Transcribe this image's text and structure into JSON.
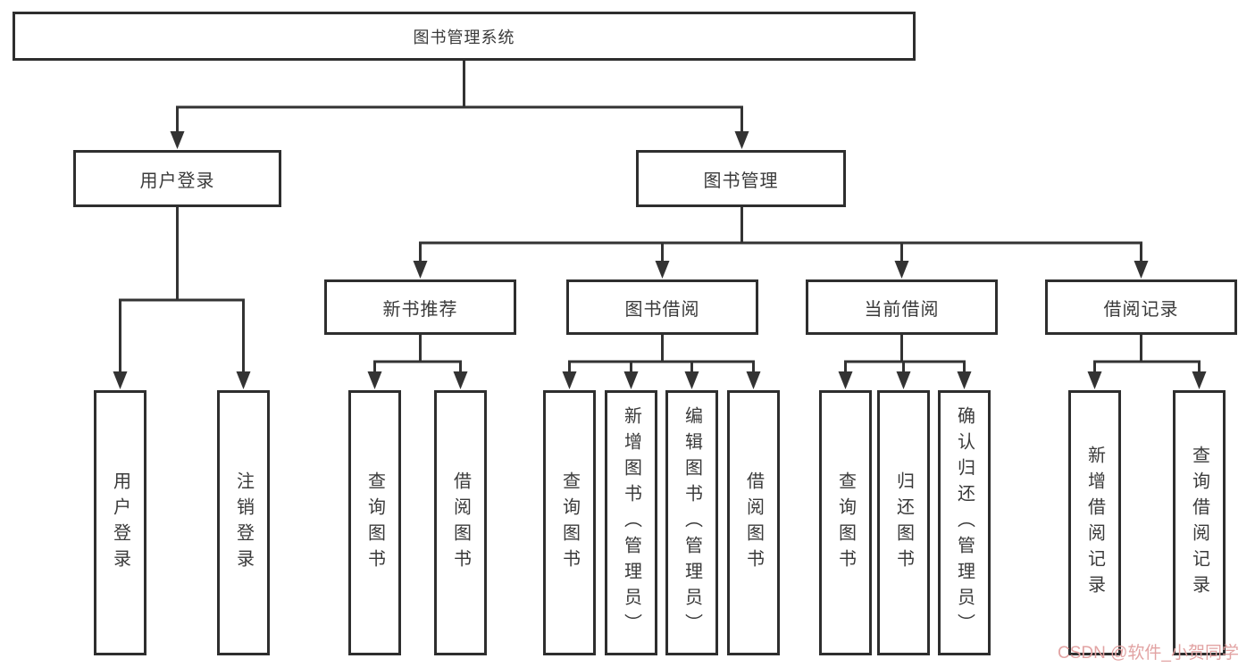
{
  "diagram": {
    "root": {
      "label": "图书管理系统"
    },
    "level2": {
      "user_login": {
        "label": "用户登录"
      },
      "book_management": {
        "label": "图书管理"
      }
    },
    "level3": {
      "new_book_recommend": {
        "label": "新书推荐"
      },
      "book_borrow": {
        "label": "图书借阅"
      },
      "current_borrow": {
        "label": "当前借阅"
      },
      "borrow_record": {
        "label": "借阅记录"
      }
    },
    "leaves": {
      "login_user_login": {
        "label": "用户登录"
      },
      "login_logout": {
        "label": "注销登录"
      },
      "recommend_query_books": {
        "label": "查询图书"
      },
      "recommend_borrow_books": {
        "label": "借阅图书"
      },
      "borrow_query_books": {
        "label": "查询图书"
      },
      "borrow_add_books": {
        "label": "新增图书（管理员）"
      },
      "borrow_edit_books": {
        "label": "编辑图书（管理员）"
      },
      "borrow_borrow_books": {
        "label": "借阅图书"
      },
      "current_query_books": {
        "label": "查询图书"
      },
      "current_return_books": {
        "label": "归还图书"
      },
      "current_confirm_return": {
        "label": "确认归还（管理员）"
      },
      "record_add_record": {
        "label": "新增借阅记录"
      },
      "record_query_record": {
        "label": "查询借阅记录"
      }
    }
  },
  "watermark": {
    "text": "CSDN @软件_小贺同学",
    "color": "#e2a3a3"
  },
  "colors": {
    "line": "#333333",
    "border": "#2e2e2e",
    "background": "#ffffff"
  }
}
